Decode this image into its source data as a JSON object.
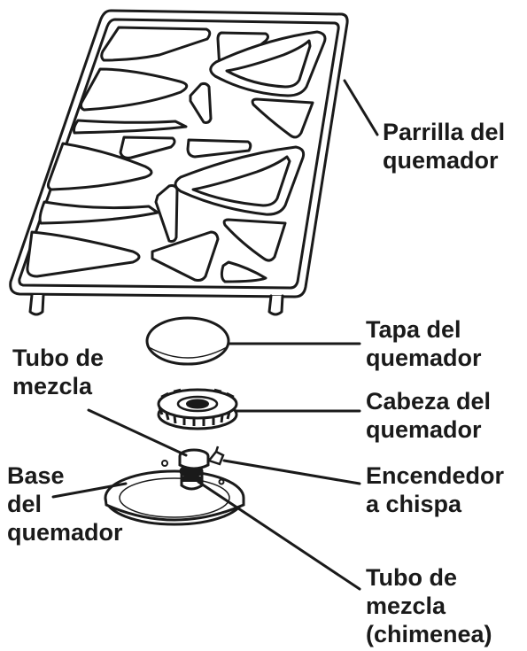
{
  "labels": {
    "grate": [
      "Parrilla del",
      "quemador"
    ],
    "cap": [
      "Tapa del",
      "quemador"
    ],
    "head": [
      "Cabeza del",
      "quemador"
    ],
    "igniter": [
      "Encendedor",
      "a chispa"
    ],
    "mixing_tube_left": [
      "Tubo de",
      "mezcla"
    ],
    "base": [
      "Base",
      "del",
      "quemador"
    ],
    "mixing_tube_chimney": [
      "Tubo de",
      "mezcla",
      "(chimenea)"
    ]
  }
}
